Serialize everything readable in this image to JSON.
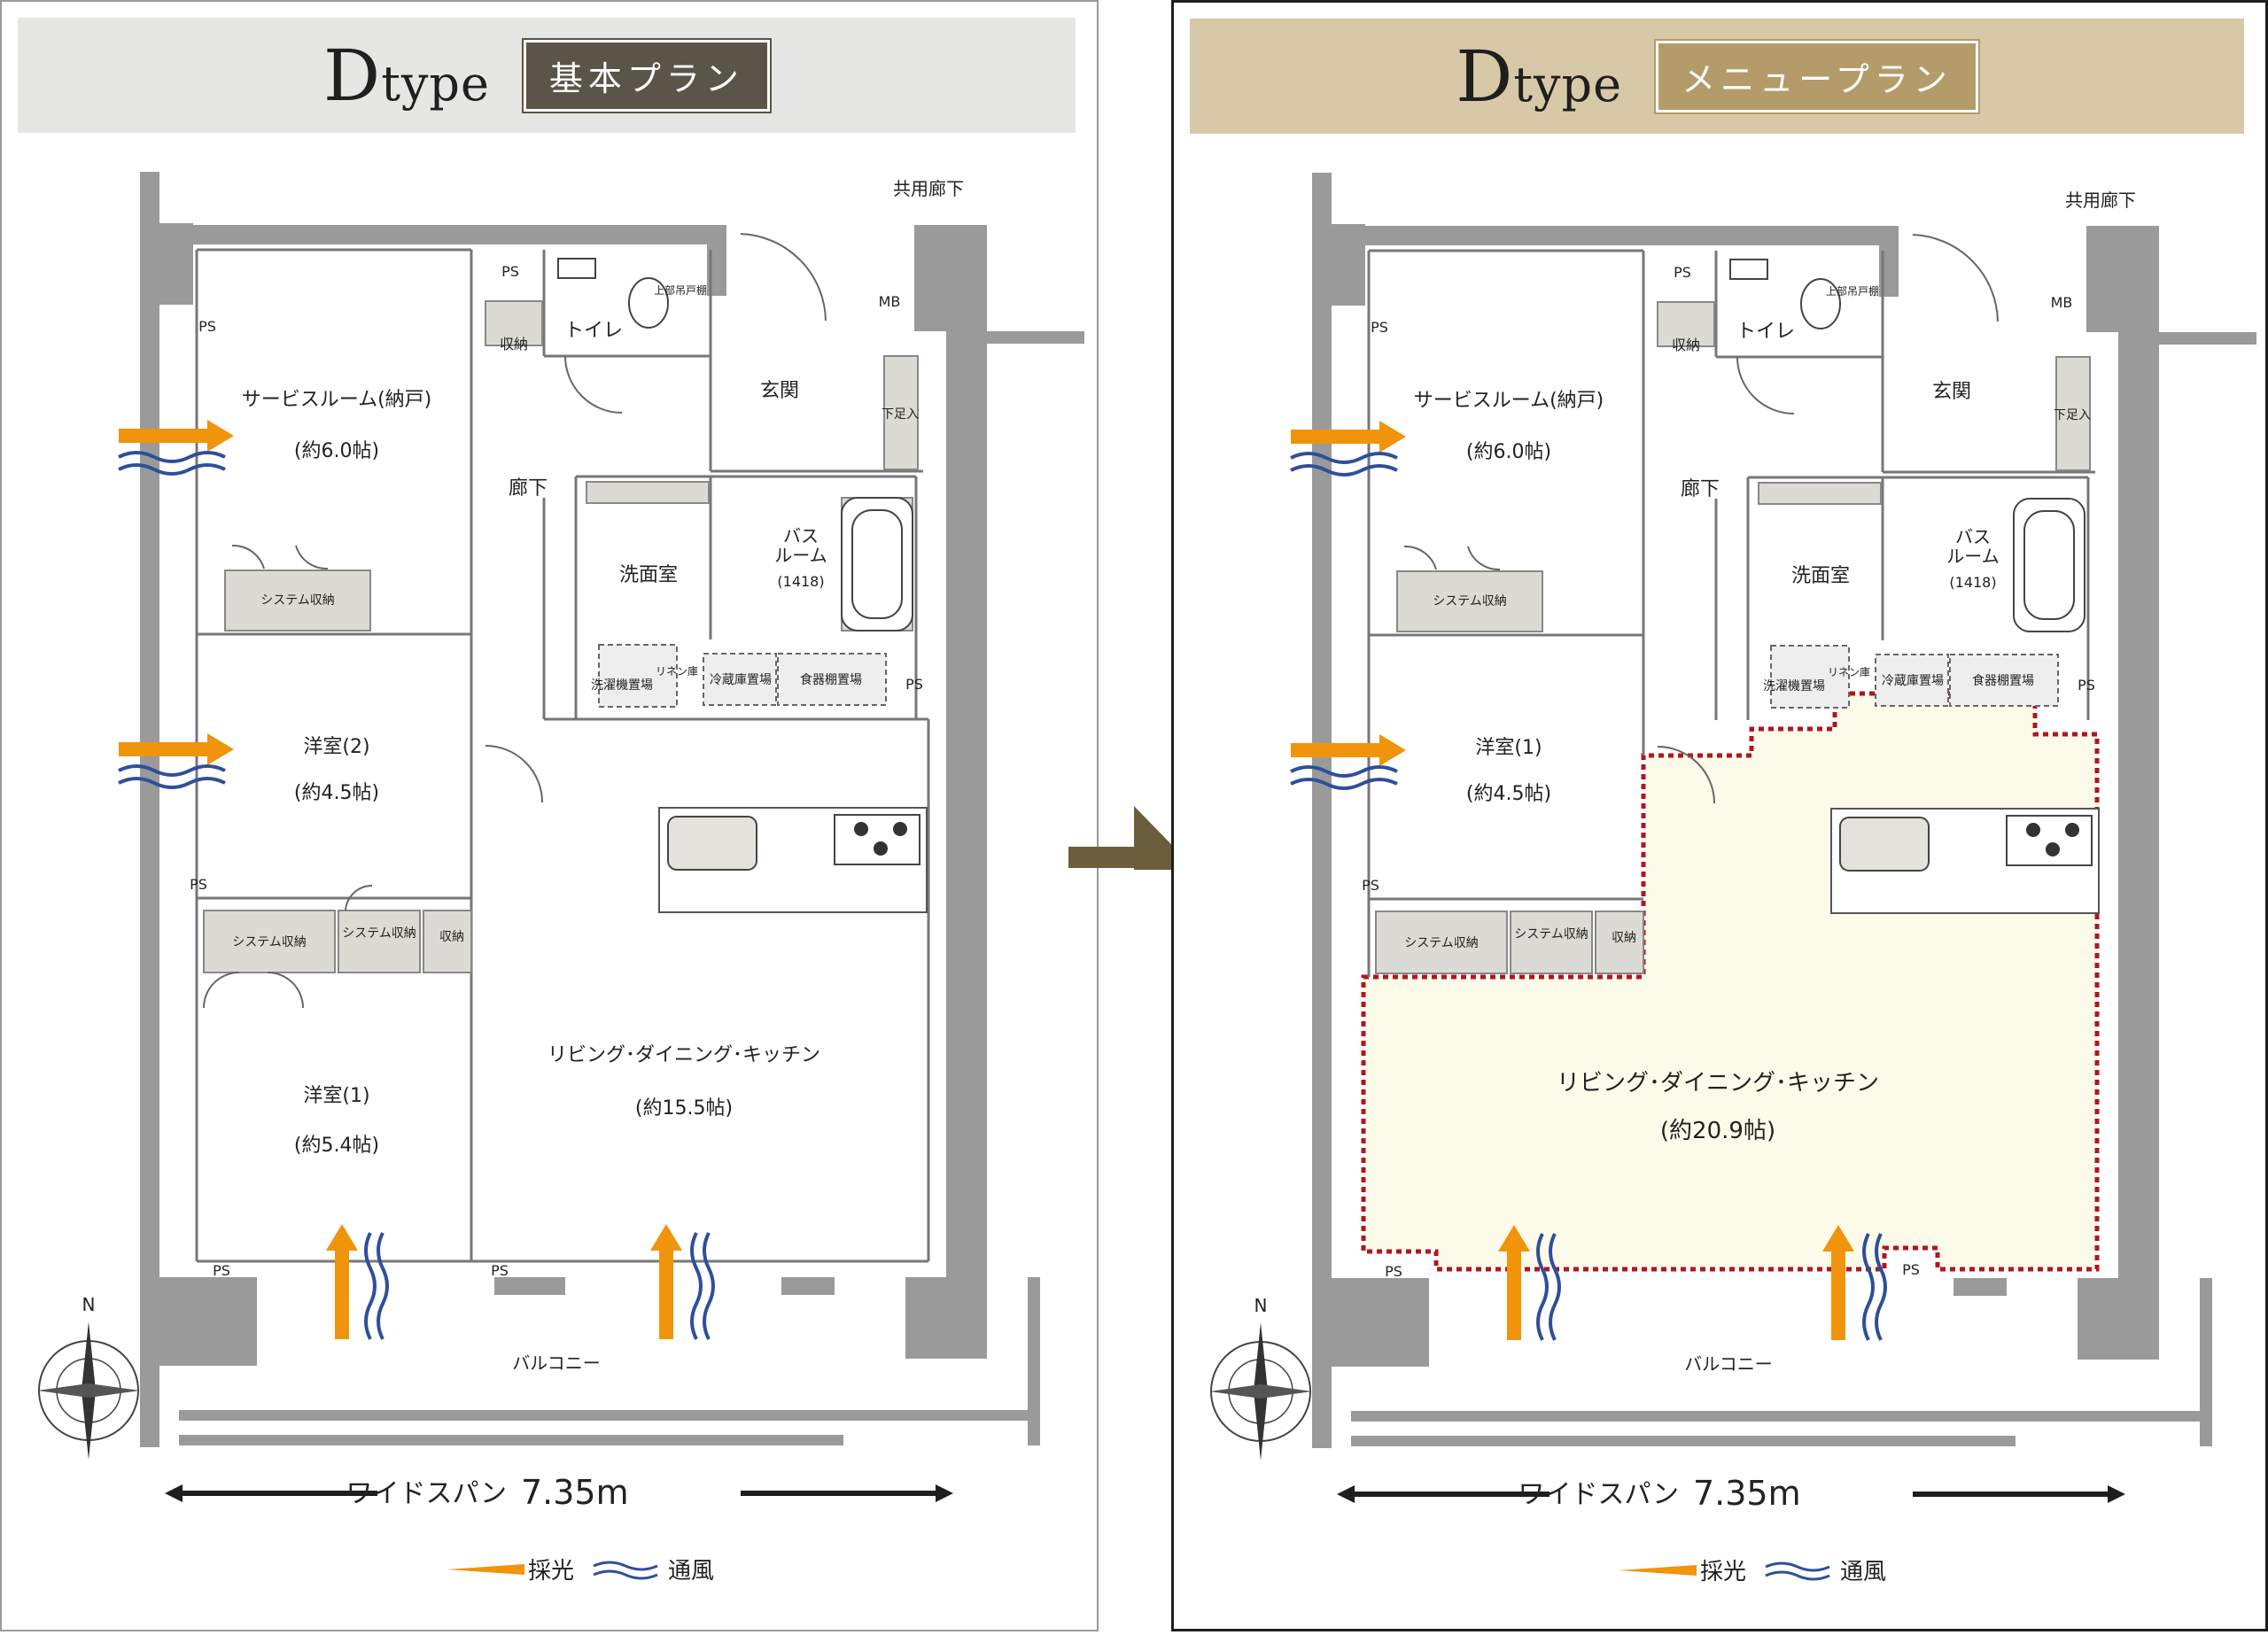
{
  "panels": {
    "basic": {
      "type_prefix": "D",
      "type_suffix": "type",
      "plan_name": "基本プラン",
      "rooms": {
        "service": "サービスルーム(納戸)",
        "service_area": "(約6.0帖)",
        "room2": "洋室(2)",
        "room2_area": "(約4.5帖)",
        "room1": "洋室(1)",
        "room1_area": "(約5.4帖)",
        "ldk": "リビング･ダイニング･キッチン",
        "ldk_area": "(約15.5帖)",
        "corridor": "廊下",
        "toilet": "トイレ",
        "entrance": "玄関",
        "washroom": "洗面室",
        "bath": "バス\nルーム",
        "bath_size": "(1418)"
      }
    },
    "menu": {
      "type_prefix": "D",
      "type_suffix": "type",
      "plan_name": "メニュープラン",
      "rooms": {
        "service": "サービスルーム(納戸)",
        "service_area": "(約6.0帖)",
        "room1": "洋室(1)",
        "room1_area": "(約4.5帖)",
        "ldk": "リビング･ダイニング･キッチン",
        "ldk_area": "(約20.9帖)",
        "corridor": "廊下",
        "toilet": "トイレ",
        "entrance": "玄関",
        "washroom": "洗面室",
        "bath": "バス\nルーム",
        "bath_size": "(1418)"
      }
    }
  },
  "labels": {
    "common_corridor": "共用廊下",
    "balcony": "バルコニー",
    "ps": "PS",
    "mb": "MB",
    "storage": "収納",
    "system_storage": "システム収納",
    "upper_shelf": "上部吊戸棚",
    "shoe": "下足入",
    "washer": "洗濯機置場",
    "linen": "リネン庫",
    "fridge": "冷蔵庫置場",
    "cupboard": "食器棚置場",
    "north": "N",
    "wide_span": "ワイドスパン",
    "wide_span_value": "7.35m",
    "legend_light": "採光",
    "legend_wind": "通風"
  },
  "colors": {
    "light_arrow": "#f0940c",
    "wind": "#2e4f9a",
    "ldk_highlight_fill": "#fcfbea",
    "ldk_highlight_border": "#b0161e",
    "fixture_fill": "#dcdad4",
    "transition_arrow": "#6b5e3c"
  }
}
